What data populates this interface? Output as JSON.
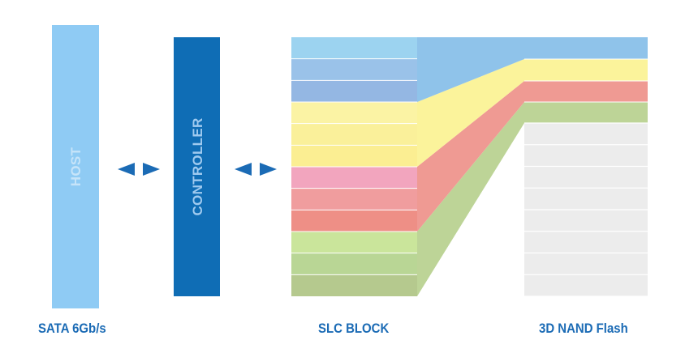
{
  "labels": {
    "host": "HOST",
    "controller": "CONTROLLER",
    "interface": "SATA 6Gb/s",
    "slc_block": "SLC BLOCK",
    "nand": "3D NAND Flash"
  },
  "colors": {
    "host": "#8fcbf4",
    "host_text": "#c6e4f9",
    "controller": "#0f6db5",
    "controller_text": "#9fcaef",
    "arrow": "#1b6bb5",
    "caption": "#1b6bb5",
    "band_blue": "#8fc3ea",
    "band_yellow": "#fbf39b",
    "band_red": "#ef9a93",
    "band_green": "#bdd497",
    "nand_cell": "#ececec",
    "cell_line": "#ffffff"
  },
  "slc_stripes": [
    "#9cd3f0",
    "#9ac2e9",
    "#94b7e3",
    "#fbf3a4",
    "#faf09a",
    "#fbee92",
    "#f2a5be",
    "#f09d9e",
    "#ee8f86",
    "#cae59b",
    "#b9d695",
    "#b5c98e"
  ],
  "nand_bands": [
    "#8fc3ea",
    "#fbf39b",
    "#ef9a93",
    "#bdd497"
  ],
  "nand_gray_cell_count": 8
}
